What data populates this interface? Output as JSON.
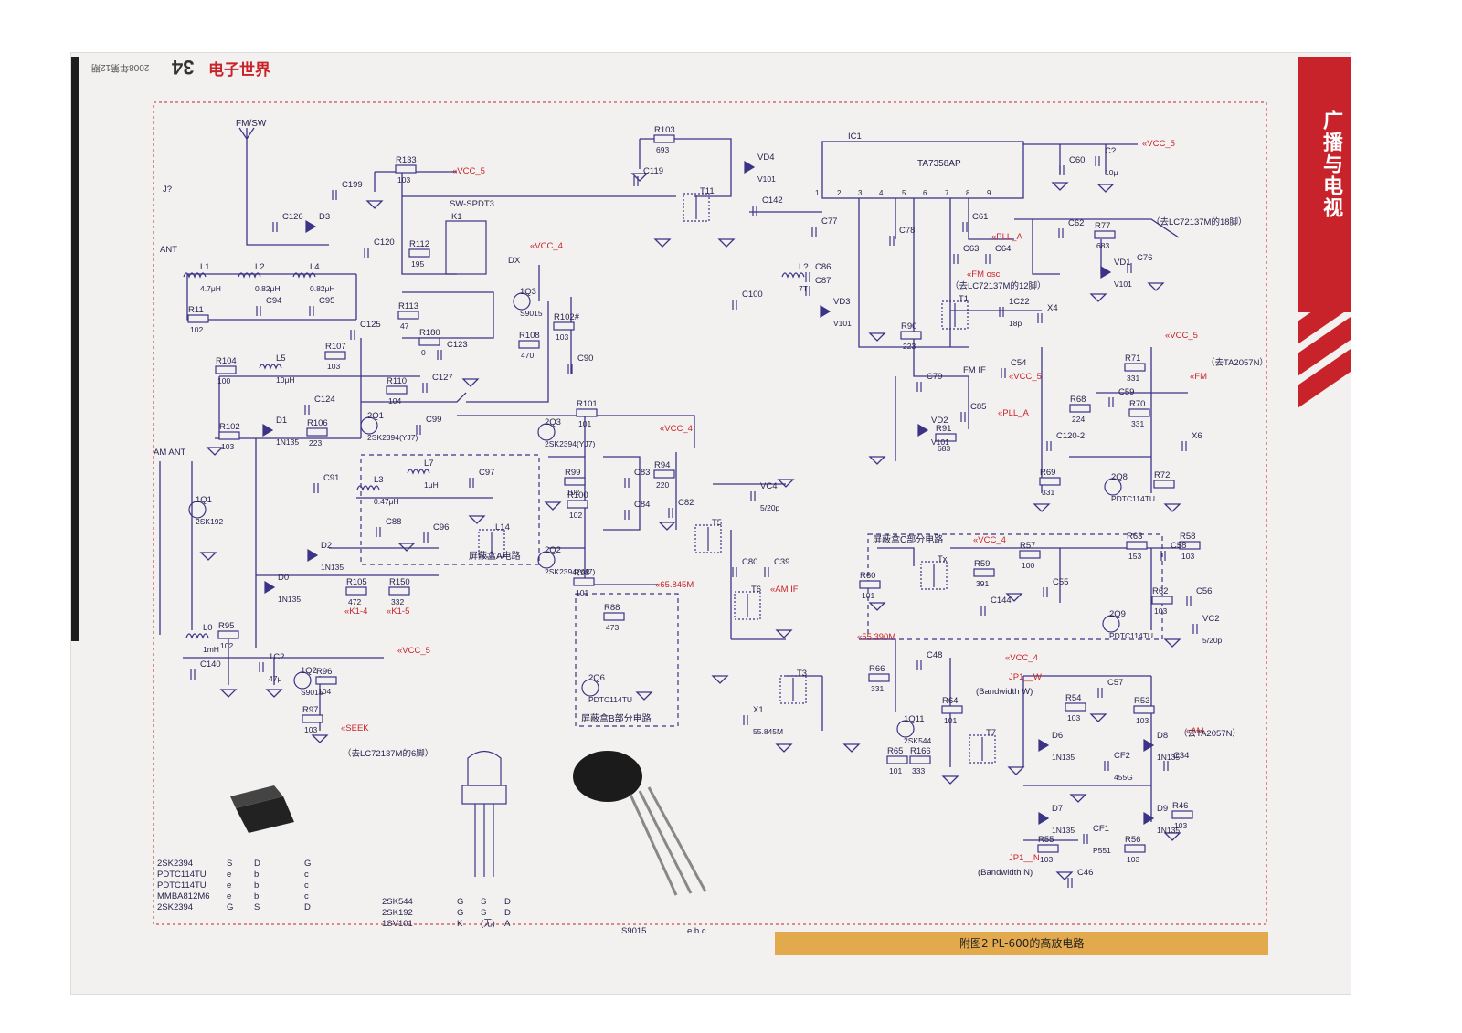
{
  "header": {
    "magazine": "电子世界",
    "page_number": "34",
    "issue": "2008年第12期"
  },
  "banner": {
    "section": "广播与电视"
  },
  "caption": {
    "text": "附图2  PL-600的高放电路"
  },
  "colors": {
    "accent": "#c8232a",
    "wire": "#3b3486",
    "label": "#26224f",
    "caption_bg": "#e3a94d"
  },
  "schematic": {
    "ic": {
      "name": "IC1",
      "part": "TA7358AP",
      "pins": [
        "1",
        "2",
        "3",
        "4",
        "5",
        "6",
        "7",
        "8",
        "9"
      ]
    },
    "supply_labels": [
      "VCC_5",
      "VCC_4",
      "PLL_A",
      "FM osc",
      "AM IF",
      "AM",
      "FM",
      "SEEK",
      "K1-4",
      "K1-5",
      "55.390M",
      "65.845M"
    ],
    "components": [
      {
        "ref": "R133",
        "val": "103"
      },
      {
        "ref": "R103",
        "val": "693"
      },
      {
        "ref": "C199"
      },
      {
        "ref": "C119"
      },
      {
        "ref": "VD4",
        "val": "V101"
      },
      {
        "ref": "T11"
      },
      {
        "ref": "C142"
      },
      {
        "ref": "C60"
      },
      {
        "ref": "C?",
        "val": "10μ"
      },
      {
        "ref": "C126"
      },
      {
        "ref": "D3"
      },
      {
        "ref": "K1"
      },
      {
        "ref": "C120"
      },
      {
        "ref": "R112",
        "val": "195"
      },
      {
        "ref": "R113",
        "val": "47"
      },
      {
        "ref": "R180",
        "val": "0"
      },
      {
        "ref": "C123"
      },
      {
        "ref": "1Q3",
        "val": "S9015"
      },
      {
        "ref": "R108",
        "val": "470"
      },
      {
        "ref": "R102#",
        "val": "103"
      },
      {
        "ref": "C90"
      },
      {
        "ref": "L1",
        "val": "4.7μH"
      },
      {
        "ref": "L2",
        "val": "0.82μH"
      },
      {
        "ref": "L4",
        "val": "0.82μH"
      },
      {
        "ref": "R11",
        "val": "102"
      },
      {
        "ref": "C94"
      },
      {
        "ref": "C95"
      },
      {
        "ref": "C125"
      },
      {
        "ref": "R107",
        "val": "103"
      },
      {
        "ref": "R104",
        "val": "100"
      },
      {
        "ref": "L5",
        "val": "10μH"
      },
      {
        "ref": "C124"
      },
      {
        "ref": "R110",
        "val": "104"
      },
      {
        "ref": "C127"
      },
      {
        "ref": "2Q1",
        "val": "2SK2394(YJ7)"
      },
      {
        "ref": "C99"
      },
      {
        "ref": "R102",
        "val": "103"
      },
      {
        "ref": "D1",
        "val": "1N135"
      },
      {
        "ref": "R106",
        "val": "223"
      },
      {
        "ref": "1Q1",
        "val": "2SK192"
      },
      {
        "ref": "C91"
      },
      {
        "ref": "L3",
        "val": "0.47μH"
      },
      {
        "ref": "L7",
        "val": "1μH"
      },
      {
        "ref": "C97"
      },
      {
        "ref": "C88"
      },
      {
        "ref": "C96"
      },
      {
        "ref": "L14"
      },
      {
        "ref": "D2",
        "val": "1N135"
      },
      {
        "ref": "D0",
        "val": "1N135"
      },
      {
        "ref": "R105",
        "val": "472"
      },
      {
        "ref": "R150",
        "val": "332"
      },
      {
        "ref": "L0",
        "val": "1mH"
      },
      {
        "ref": "R95",
        "val": "102"
      },
      {
        "ref": "C140"
      },
      {
        "ref": "1C2",
        "val": "47μ"
      },
      {
        "ref": "1Q2",
        "val": "S9015"
      },
      {
        "ref": "R96",
        "val": "104"
      },
      {
        "ref": "R97",
        "val": "103"
      },
      {
        "ref": "R101",
        "val": "101"
      },
      {
        "ref": "2Q3",
        "val": "2SK2394(YJ7)"
      },
      {
        "ref": "R99",
        "val": "102"
      },
      {
        "ref": "R100",
        "val": "102"
      },
      {
        "ref": "C83"
      },
      {
        "ref": "C84"
      },
      {
        "ref": "2Q2",
        "val": "2SK2394(YJ7)"
      },
      {
        "ref": "R98",
        "val": "101"
      },
      {
        "ref": "R94",
        "val": "220"
      },
      {
        "ref": "C82"
      },
      {
        "ref": "T5"
      },
      {
        "ref": "VC4",
        "val": "5/20p"
      },
      {
        "ref": "C80"
      },
      {
        "ref": "C39"
      },
      {
        "ref": "T6"
      },
      {
        "ref": "R88",
        "val": "473"
      },
      {
        "ref": "2Q6",
        "val": "PDTC114TU"
      },
      {
        "ref": "X1",
        "val": "55.845M"
      },
      {
        "ref": "T3"
      },
      {
        "ref": "C77"
      },
      {
        "ref": "C78"
      },
      {
        "ref": "C86"
      },
      {
        "ref": "C87"
      },
      {
        "ref": "L?",
        "val": "7T"
      },
      {
        "ref": "C100"
      },
      {
        "ref": "VD3",
        "val": "V101"
      },
      {
        "ref": "C61"
      },
      {
        "ref": "C62"
      },
      {
        "ref": "R77",
        "val": "683"
      },
      {
        "ref": "C63"
      },
      {
        "ref": "C64"
      },
      {
        "ref": "VD1",
        "val": "V101"
      },
      {
        "ref": "C76"
      },
      {
        "ref": "T1"
      },
      {
        "ref": "1C22",
        "val": "18p"
      },
      {
        "ref": "X4"
      },
      {
        "ref": "R90",
        "val": "223"
      },
      {
        "ref": "C54"
      },
      {
        "ref": "C79"
      },
      {
        "ref": "VD2",
        "val": "V101"
      },
      {
        "ref": "C85"
      },
      {
        "ref": "R91",
        "val": "683"
      },
      {
        "ref": "R71",
        "val": "331"
      },
      {
        "ref": "R68",
        "val": "224"
      },
      {
        "ref": "C59"
      },
      {
        "ref": "R70",
        "val": "331"
      },
      {
        "ref": "C120-2"
      },
      {
        "ref": "2Q8",
        "val": "PDTC114TU"
      },
      {
        "ref": "R69",
        "val": "331"
      },
      {
        "ref": "R72"
      },
      {
        "ref": "X6"
      },
      {
        "ref": "R60",
        "val": "101"
      },
      {
        "ref": "Tx"
      },
      {
        "ref": "R59",
        "val": "391"
      },
      {
        "ref": "C144"
      },
      {
        "ref": "R57",
        "val": "100"
      },
      {
        "ref": "C55"
      },
      {
        "ref": "2Q9",
        "val": "PDTC114TU"
      },
      {
        "ref": "R63",
        "val": "153"
      },
      {
        "ref": "C58"
      },
      {
        "ref": "R58",
        "val": "103"
      },
      {
        "ref": "R62",
        "val": "103"
      },
      {
        "ref": "C56"
      },
      {
        "ref": "VC2",
        "val": "5/20p"
      },
      {
        "ref": "C48"
      },
      {
        "ref": "R66",
        "val": "331"
      },
      {
        "ref": "1Q11",
        "val": "2SK544"
      },
      {
        "ref": "R65",
        "val": "101"
      },
      {
        "ref": "R166",
        "val": "333"
      },
      {
        "ref": "R64",
        "val": "101"
      },
      {
        "ref": "T7"
      },
      {
        "ref": "R54",
        "val": "103"
      },
      {
        "ref": "C57"
      },
      {
        "ref": "R53",
        "val": "103"
      },
      {
        "ref": "D6",
        "val": "1N135"
      },
      {
        "ref": "D8",
        "val": "1N135"
      },
      {
        "ref": "CF2",
        "val": "455G"
      },
      {
        "ref": "C34"
      },
      {
        "ref": "D7",
        "val": "1N135"
      },
      {
        "ref": "D9",
        "val": "1N135"
      },
      {
        "ref": "CF1",
        "val": "P551"
      },
      {
        "ref": "R46",
        "val": "103"
      },
      {
        "ref": "R55",
        "val": "103"
      },
      {
        "ref": "R56",
        "val": "103"
      },
      {
        "ref": "C46"
      }
    ],
    "notes": [
      {
        "key": "lc18",
        "text": "（去LC72137M的18脚）"
      },
      {
        "key": "lc12",
        "text": "（去LC72137M的12脚）"
      },
      {
        "key": "lc6",
        "text": "（去LC72137M的6脚）"
      },
      {
        "key": "ta2057_top",
        "text": "（去TA2057N）"
      },
      {
        "key": "ta2057_bot",
        "text": "（去TA2057N）"
      }
    ],
    "shield_boxes": {
      "a": "屏蔽盒A电路",
      "b": "屏蔽盒B部分电路",
      "c": "屏蔽盒C部分电路"
    },
    "misc_labels": {
      "fm_sw": "FM/SW",
      "ant": "ANT",
      "am_ant": "AM ANT",
      "j": "J?",
      "sw": "SW-SPDT3",
      "dx": "DX",
      "fm_if": "FM IF",
      "jp1w": "JP1__W",
      "bw_w": "(Bandwidth W)",
      "jp1n": "JP1__N",
      "bw_n": "(Bandwidth N)"
    }
  },
  "pinouts": {
    "smd_parts": [
      "2SK2394",
      "PDTC114TU",
      "PDTC114TU",
      "MMBA812M6",
      "2SK2394"
    ],
    "smd_pin1": [
      "S",
      "e",
      "e",
      "e",
      "G"
    ],
    "smd_pin2": [
      "D",
      "b",
      "b",
      "b",
      "S"
    ],
    "smd_pin3": [
      "G",
      "c",
      "c",
      "c",
      "D"
    ],
    "to92_parts": [
      "2SK544",
      "2SK192",
      "1SV101"
    ],
    "to92_pins": [
      "G G K",
      "S S (无)",
      "D D A"
    ],
    "s9015": {
      "name": "S9015",
      "pins": "e b c"
    }
  }
}
